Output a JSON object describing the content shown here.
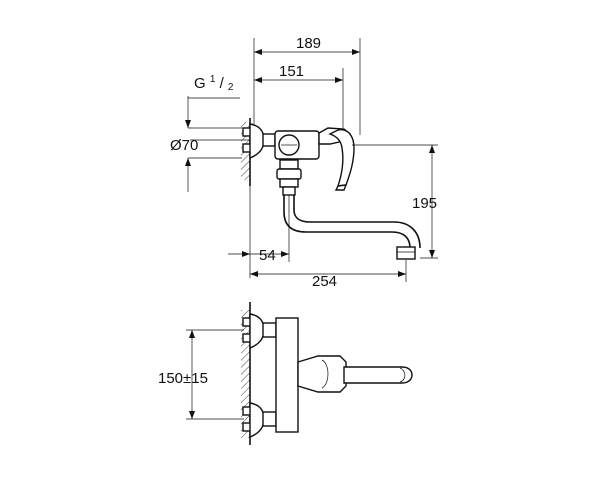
{
  "dimensions": {
    "width_189": "189",
    "width_151": "151",
    "thread_prefix": "G",
    "thread_num": "1",
    "thread_den": "2",
    "diameter_70": "Ø70",
    "height_195": "195",
    "offset_54": "54",
    "length_254": "254",
    "spacing": "150±15"
  }
}
